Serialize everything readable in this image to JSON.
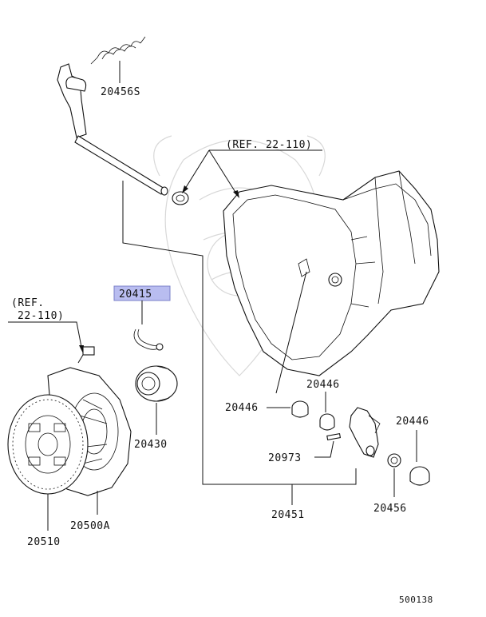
{
  "diagram": {
    "part_labels": {
      "p20456S": "20456S",
      "p20415": "20415",
      "p20430": "20430",
      "p20446_left": "20446",
      "p20446_mid": "20446",
      "p20446_right": "20446",
      "p20973": "20973",
      "p20451": "20451",
      "p20456": "20456",
      "p20500A": "20500A",
      "p20510": "20510"
    },
    "references": {
      "ref_top": "(REF. 22-110)",
      "ref_left_line1": "(REF.",
      "ref_left_line2": "22-110)"
    },
    "diagram_number": "500138",
    "highlight_color": "#b9bdf0",
    "highlight_border": "#7a80c8"
  }
}
